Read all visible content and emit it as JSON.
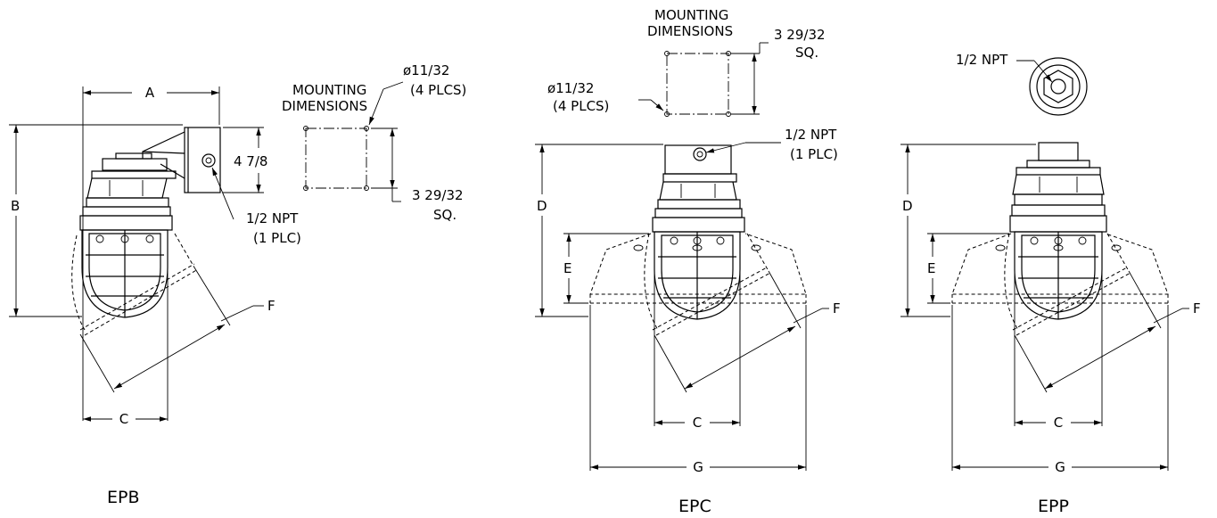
{
  "views": {
    "epb": {
      "title": "EPB",
      "dim_a": "A",
      "dim_b": "B",
      "dim_c": "C",
      "dim_f": "F",
      "box_height": "4 7/8",
      "conduit_line1": "1/2 NPT",
      "conduit_line2": "(1 PLC)",
      "mounting_line1": "MOUNTING",
      "mounting_line2": "DIMENSIONS",
      "hole_line1": "ø11/32",
      "hole_line2": "(4 PLCS)",
      "square_line1": "3 29/32",
      "square_line2": "SQ."
    },
    "epc": {
      "title": "EPC",
      "dim_c": "C",
      "dim_d": "D",
      "dim_e": "E",
      "dim_f": "F",
      "dim_g": "G",
      "mounting_line1": "MOUNTING",
      "mounting_line2": "DIMENSIONS",
      "square_line1": "3 29/32",
      "square_line2": "SQ.",
      "hole_line1": "ø11/32",
      "hole_line2": "(4 PLCS)",
      "conduit_line1": "1/2 NPT",
      "conduit_line2": "(1 PLC)"
    },
    "epp": {
      "title": "EPP",
      "dim_c": "C",
      "dim_d": "D",
      "dim_e": "E",
      "dim_f": "F",
      "dim_g": "G",
      "conduit_label": "1/2 NPT"
    }
  }
}
